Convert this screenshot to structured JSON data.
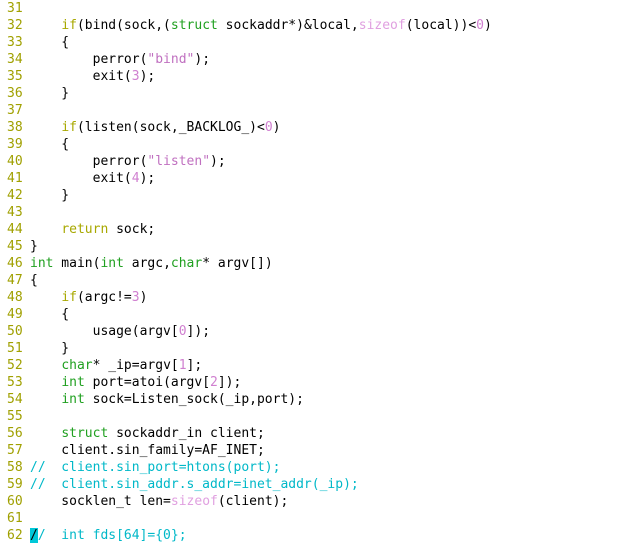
{
  "editor": {
    "colors": {
      "background": "#ffffff",
      "line_number": "#a0a000",
      "keyword": "#a8a800",
      "type": "#20a020",
      "number": "#d080d0",
      "string": "#c070c0",
      "comment": "#00b8c8",
      "cursor": "#00c8d8"
    },
    "lines": [
      {
        "num": "31",
        "tokens": []
      },
      {
        "num": "32",
        "tokens": [
          {
            "t": "    ",
            "c": "plain"
          },
          {
            "t": "if",
            "c": "keyword"
          },
          {
            "t": "(bind(sock,(",
            "c": "plain"
          },
          {
            "t": "struct",
            "c": "type"
          },
          {
            "t": " sockaddr*)&local,",
            "c": "plain"
          },
          {
            "t": "sizeof",
            "c": "sizeof"
          },
          {
            "t": "(local))<",
            "c": "plain"
          },
          {
            "t": "0",
            "c": "number"
          },
          {
            "t": ")",
            "c": "plain"
          }
        ]
      },
      {
        "num": "33",
        "tokens": [
          {
            "t": "    {",
            "c": "plain"
          }
        ]
      },
      {
        "num": "34",
        "tokens": [
          {
            "t": "        perror(",
            "c": "plain"
          },
          {
            "t": "\"bind\"",
            "c": "string"
          },
          {
            "t": ");",
            "c": "plain"
          }
        ]
      },
      {
        "num": "35",
        "tokens": [
          {
            "t": "        exit(",
            "c": "plain"
          },
          {
            "t": "3",
            "c": "number"
          },
          {
            "t": ");",
            "c": "plain"
          }
        ]
      },
      {
        "num": "36",
        "tokens": [
          {
            "t": "    }",
            "c": "plain"
          }
        ]
      },
      {
        "num": "37",
        "tokens": []
      },
      {
        "num": "38",
        "tokens": [
          {
            "t": "    ",
            "c": "plain"
          },
          {
            "t": "if",
            "c": "keyword"
          },
          {
            "t": "(listen(sock,_BACKLOG_)<",
            "c": "plain"
          },
          {
            "t": "0",
            "c": "number"
          },
          {
            "t": ")",
            "c": "plain"
          }
        ]
      },
      {
        "num": "39",
        "tokens": [
          {
            "t": "    {",
            "c": "plain"
          }
        ]
      },
      {
        "num": "40",
        "tokens": [
          {
            "t": "        perror(",
            "c": "plain"
          },
          {
            "t": "\"listen\"",
            "c": "string"
          },
          {
            "t": ");",
            "c": "plain"
          }
        ]
      },
      {
        "num": "41",
        "tokens": [
          {
            "t": "        exit(",
            "c": "plain"
          },
          {
            "t": "4",
            "c": "number"
          },
          {
            "t": ");",
            "c": "plain"
          }
        ]
      },
      {
        "num": "42",
        "tokens": [
          {
            "t": "    }",
            "c": "plain"
          }
        ]
      },
      {
        "num": "43",
        "tokens": []
      },
      {
        "num": "44",
        "tokens": [
          {
            "t": "    ",
            "c": "plain"
          },
          {
            "t": "return",
            "c": "keyword"
          },
          {
            "t": " sock;",
            "c": "plain"
          }
        ]
      },
      {
        "num": "45",
        "tokens": [
          {
            "t": "}",
            "c": "plain"
          }
        ]
      },
      {
        "num": "46",
        "tokens": [
          {
            "t": "int",
            "c": "type"
          },
          {
            "t": " main(",
            "c": "plain"
          },
          {
            "t": "int",
            "c": "type"
          },
          {
            "t": " argc,",
            "c": "plain"
          },
          {
            "t": "char",
            "c": "type"
          },
          {
            "t": "* argv[])",
            "c": "plain"
          }
        ]
      },
      {
        "num": "47",
        "tokens": [
          {
            "t": "{",
            "c": "plain"
          }
        ]
      },
      {
        "num": "48",
        "tokens": [
          {
            "t": "    ",
            "c": "plain"
          },
          {
            "t": "if",
            "c": "keyword"
          },
          {
            "t": "(argc!=",
            "c": "plain"
          },
          {
            "t": "3",
            "c": "number"
          },
          {
            "t": ")",
            "c": "plain"
          }
        ]
      },
      {
        "num": "49",
        "tokens": [
          {
            "t": "    {",
            "c": "plain"
          }
        ]
      },
      {
        "num": "50",
        "tokens": [
          {
            "t": "        usage(argv[",
            "c": "plain"
          },
          {
            "t": "0",
            "c": "number"
          },
          {
            "t": "]);",
            "c": "plain"
          }
        ]
      },
      {
        "num": "51",
        "tokens": [
          {
            "t": "    }",
            "c": "plain"
          }
        ]
      },
      {
        "num": "52",
        "tokens": [
          {
            "t": "    ",
            "c": "plain"
          },
          {
            "t": "char",
            "c": "type"
          },
          {
            "t": "* _ip=argv[",
            "c": "plain"
          },
          {
            "t": "1",
            "c": "number"
          },
          {
            "t": "];",
            "c": "plain"
          }
        ]
      },
      {
        "num": "53",
        "tokens": [
          {
            "t": "    ",
            "c": "plain"
          },
          {
            "t": "int",
            "c": "type"
          },
          {
            "t": " port=atoi(argv[",
            "c": "plain"
          },
          {
            "t": "2",
            "c": "number"
          },
          {
            "t": "]);",
            "c": "plain"
          }
        ]
      },
      {
        "num": "54",
        "tokens": [
          {
            "t": "    ",
            "c": "plain"
          },
          {
            "t": "int",
            "c": "type"
          },
          {
            "t": " sock=Listen_sock(_ip,port);",
            "c": "plain"
          }
        ]
      },
      {
        "num": "55",
        "tokens": []
      },
      {
        "num": "56",
        "tokens": [
          {
            "t": "    ",
            "c": "plain"
          },
          {
            "t": "struct",
            "c": "type"
          },
          {
            "t": " sockaddr_in client;",
            "c": "plain"
          }
        ]
      },
      {
        "num": "57",
        "tokens": [
          {
            "t": "    client.sin_family=AF_INET;",
            "c": "plain"
          }
        ]
      },
      {
        "num": "58",
        "tokens": [
          {
            "t": "//  client.sin_port=htons(port);",
            "c": "comment"
          }
        ]
      },
      {
        "num": "59",
        "tokens": [
          {
            "t": "//  client.sin_addr.s_addr=inet_addr(_ip);",
            "c": "comment"
          }
        ]
      },
      {
        "num": "60",
        "tokens": [
          {
            "t": "    socklen_t len=",
            "c": "plain"
          },
          {
            "t": "sizeof",
            "c": "sizeof"
          },
          {
            "t": "(client);",
            "c": "plain"
          }
        ]
      },
      {
        "num": "61",
        "tokens": []
      },
      {
        "num": "62",
        "tokens": [
          {
            "t": "/",
            "c": "cursor"
          },
          {
            "t": "/  int fds[64]={0};",
            "c": "comment"
          }
        ]
      }
    ]
  }
}
